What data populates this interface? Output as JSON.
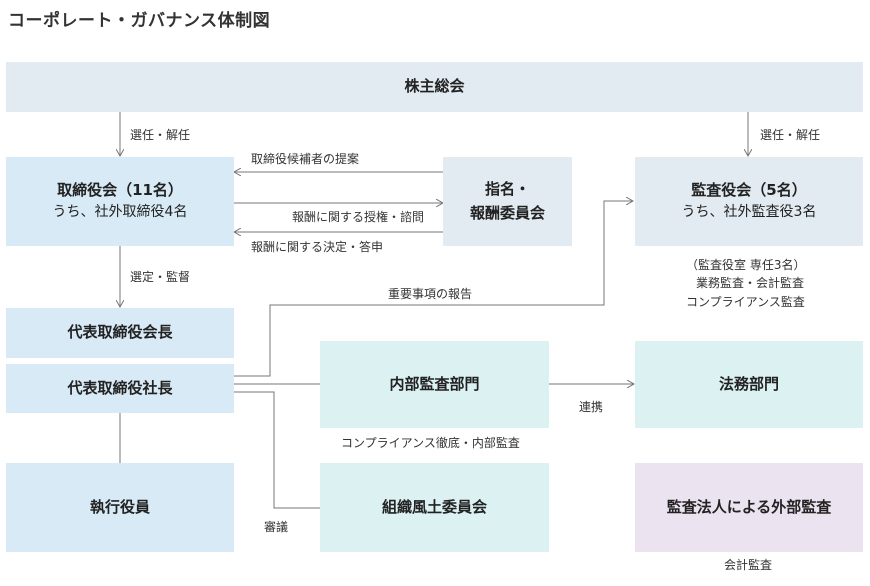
{
  "title": "コーポレート・ガバナンス体制図",
  "boxes": {
    "shareholders": "株主総会",
    "board": "取締役会（11名）",
    "board_sub": "うち、社外取締役4名",
    "nomination_line1": "指名・",
    "nomination_line2": "報酬委員会",
    "auditors": "監査役会（5名）",
    "auditors_sub": "うち、社外監査役3名",
    "chairman": "代表取締役会長",
    "president": "代表取締役社長",
    "internal_audit": "内部監査部門",
    "legal": "法務部門",
    "officers": "執行役員",
    "culture_committee": "組織風土委員会",
    "external_audit": "監査法人による外部監査"
  },
  "labels": {
    "elect_left": "選任・解任",
    "elect_right": "選任・解任",
    "candidate_proposal": "取締役候補者の提案",
    "compensation_consult": "報酬に関する授権・諮問",
    "compensation_decision": "報酬に関する決定・答申",
    "select_supervise": "選定・監督",
    "important_report": "重要事項の報告",
    "audit_staff": "（監査役室 専任3名）",
    "audit_business": "業務監査・会計監査",
    "audit_compliance": "コンプライアンス監査",
    "cooperation": "連携",
    "compliance_internal": "コンプライアンス徹底・内部監査",
    "deliberation": "審議",
    "accounting_audit": "会計監査"
  },
  "colors": {
    "blue": "#d7eaf6",
    "pale_blue": "#e2ebf1",
    "teal": "#dcf1f2",
    "lavender": "#ece3f1",
    "line": "#777777"
  }
}
